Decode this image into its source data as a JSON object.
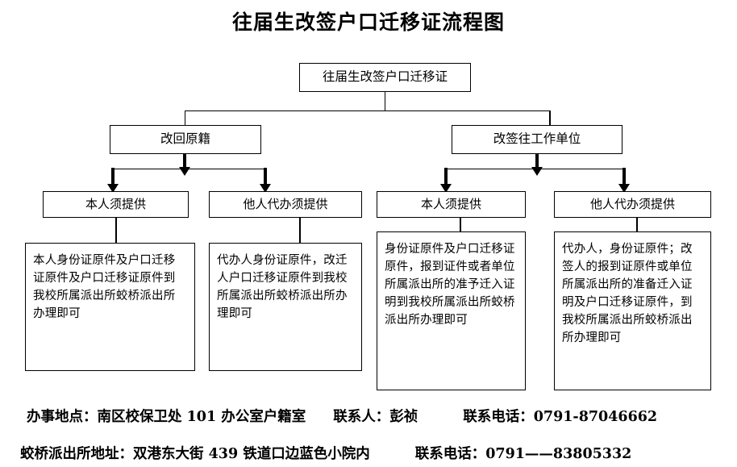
{
  "document": {
    "title": "往届生改签户口迁移证流程图"
  },
  "flow": {
    "root": {
      "label": "往届生改签户口迁移证"
    },
    "branches": [
      {
        "label": "改回原籍",
        "children": [
          {
            "label": "本人须提供",
            "detail": "本人身份证原件及户口迁移证原件及户口迁移证原件到我校所属派出所蛟桥派出所办理即可"
          },
          {
            "label": "他人代办须提供",
            "detail": "代办人身份证原件，改迁人户口迁移证原件到我校所属派出所蛟桥派出所办理即可"
          }
        ]
      },
      {
        "label": "改签往工作单位",
        "children": [
          {
            "label": "本人须提供",
            "detail": "身份证原件及户口迁移证原件，报到证件或者单位所属派出所的准予迁入证明到我校所属派出所蛟桥派出所办理即可"
          },
          {
            "label": "他人代办须提供",
            "detail": "代办人，身份证原件；改签人的报到证原件或单位所属派出所的准备迁入证明及户口迁移证原件，到我校所属派出所蛟桥派出所办理即可"
          }
        ]
      }
    ]
  },
  "footer": {
    "line1": {
      "location_label": "办事地点：",
      "location_value": "南区校保卫处 101 办公室户籍室",
      "contact_label": "联系人：",
      "contact_value": "彭祯",
      "phone_label": "联系电话：",
      "phone_value": "0791-87046662"
    },
    "line2": {
      "address_label": "蛟桥派出所地址：",
      "address_value": "双港东大街 439 铁道口边蓝色小院内",
      "phone_label": "联系电话：",
      "phone_value": "0791——83805332"
    }
  },
  "colors": {
    "line": "#000000",
    "background": "#ffffff",
    "text": "#000000"
  }
}
